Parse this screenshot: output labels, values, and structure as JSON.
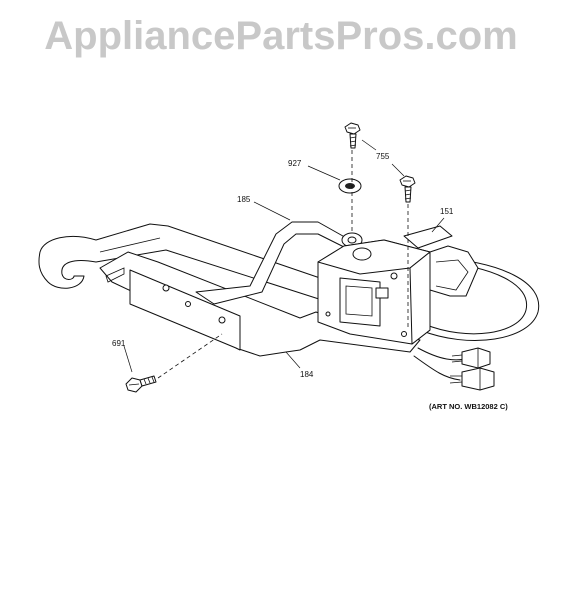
{
  "watermark": "AppliancePartsPros.com",
  "callouts": {
    "p755": "755",
    "p927": "927",
    "p185": "185",
    "p151": "151",
    "p691": "691",
    "p184": "184"
  },
  "art_number": "(ART NO. WB12082 C)"
}
